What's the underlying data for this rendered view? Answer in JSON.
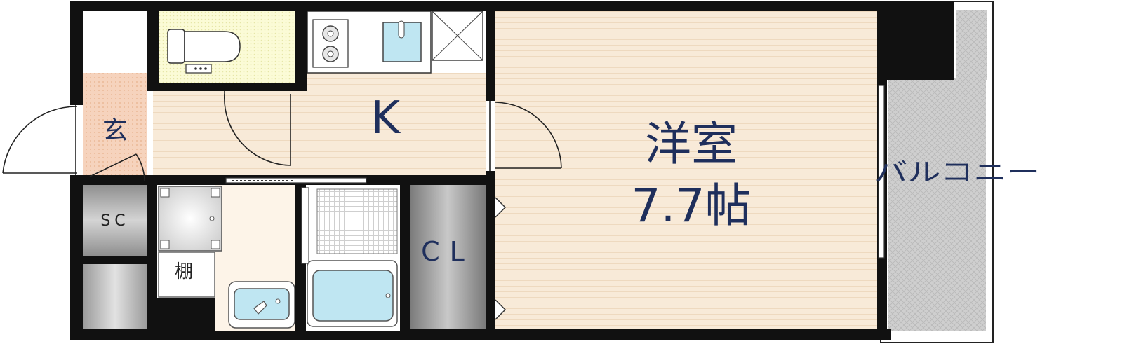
{
  "labels": {
    "genkan": "玄",
    "kitchen": "K",
    "room_name": "洋室",
    "room_size": "7.7帖",
    "balcony": "バルコニー",
    "sc": "SC",
    "cl": "CL",
    "tana": "棚"
  },
  "colors": {
    "wall": "#111111",
    "label_navy": "#1f2f5c",
    "floor_wood": "#f8ead8",
    "genkan_tile": "#f6d3bd",
    "toilet_floor": "#fbfbd6",
    "balcony_grey": "#cfcfcf",
    "fixture_blue": "#bfe6f2",
    "closet_grey": "#8c8c8c"
  },
  "icons": [
    "stove-icon",
    "sink-icon",
    "toilet-icon",
    "washbasin-icon",
    "bathtub-icon",
    "washing-machine-icon"
  ]
}
